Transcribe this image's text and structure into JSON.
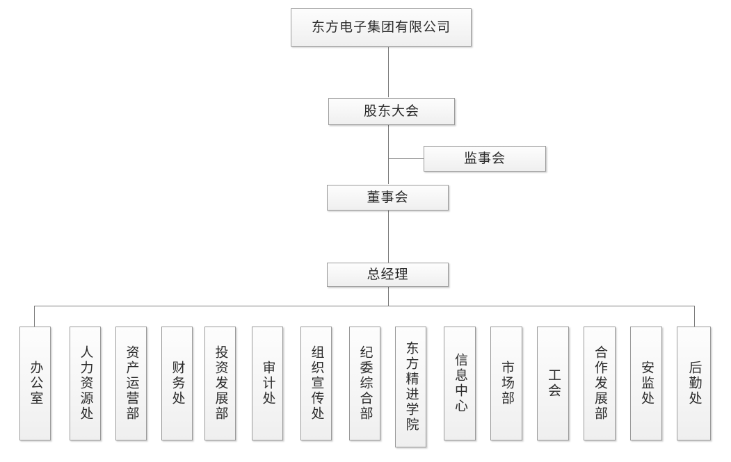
{
  "diagram": {
    "type": "org-chart",
    "title_node": "东方电子集团有限公司",
    "orientation": "top-down",
    "style": {
      "box_border_color": "#9a9a9a",
      "box_fill_top": "#fdfdfd",
      "box_fill_bottom": "#efefef",
      "line_color": "#7a7a7a",
      "text_color": "#2b2b2b",
      "background": "#ffffff"
    },
    "levels": [
      {
        "level": 1,
        "nodes": [
          {
            "id": "company",
            "label": "东方电子集团有限公司"
          }
        ]
      },
      {
        "level": 2,
        "nodes": [
          {
            "id": "shareholders",
            "label": "股东大会"
          }
        ]
      },
      {
        "level": 3,
        "nodes": [
          {
            "id": "supervisors",
            "label": "监事会"
          }
        ]
      },
      {
        "level": 4,
        "nodes": [
          {
            "id": "directors",
            "label": "董事会"
          }
        ]
      },
      {
        "level": 5,
        "nodes": [
          {
            "id": "gm",
            "label": "总经理"
          }
        ]
      }
    ],
    "departments": [
      {
        "id": "dept-01",
        "label": "办公室"
      },
      {
        "id": "dept-02",
        "label": "人力资源处"
      },
      {
        "id": "dept-03",
        "label": "资产运营部"
      },
      {
        "id": "dept-04",
        "label": "财务处"
      },
      {
        "id": "dept-05",
        "label": "投资发展部"
      },
      {
        "id": "dept-06",
        "label": "审计处"
      },
      {
        "id": "dept-07",
        "label": "组织宣传处"
      },
      {
        "id": "dept-08",
        "label": "纪委综合部"
      },
      {
        "id": "dept-09",
        "label": "东方精进学院"
      },
      {
        "id": "dept-10",
        "label": "信息中心"
      },
      {
        "id": "dept-11",
        "label": "市场部"
      },
      {
        "id": "dept-12",
        "label": "工会"
      },
      {
        "id": "dept-13",
        "label": "合作发展部"
      },
      {
        "id": "dept-14",
        "label": "安监处"
      },
      {
        "id": "dept-15",
        "label": "后勤处"
      }
    ]
  }
}
